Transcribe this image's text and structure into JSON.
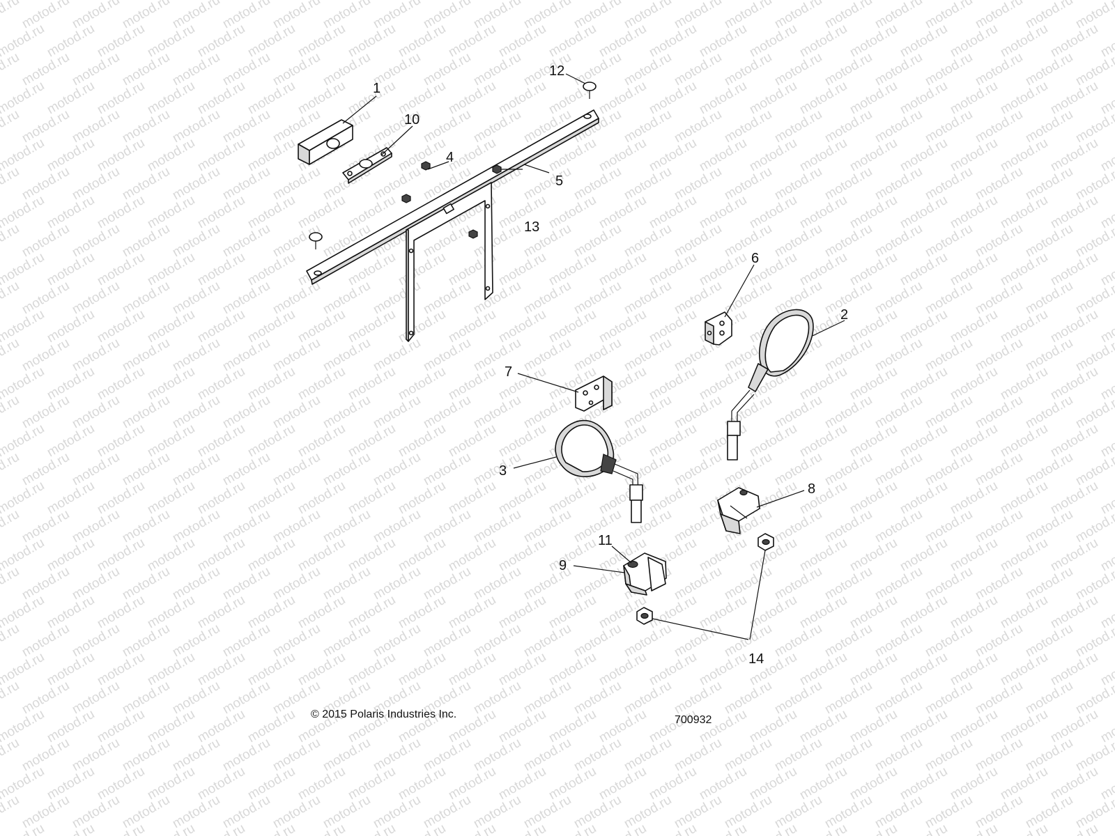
{
  "watermark": {
    "text": "motod.ru",
    "color": "#d8d8d8"
  },
  "callouts": [
    "1",
    "2",
    "3",
    "4",
    "5",
    "6",
    "7",
    "8",
    "9",
    "10",
    "11",
    "12",
    "13",
    "14"
  ],
  "copyright": "© 2015 Polaris Industries Inc.",
  "diagram_number": "700932"
}
